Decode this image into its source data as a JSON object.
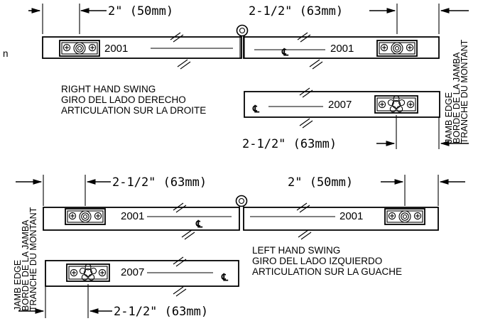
{
  "stray_char": "n",
  "top": {
    "dim_left": "2\" (50mm)",
    "dim_right": "2-1/2\" (63mm)",
    "left_part": "2001",
    "right_part": "2001",
    "center_mark": "℄",
    "swing_lines": [
      "RIGHT HAND SWING",
      "GIRO DEL LADO DERECHO",
      "ARTICULATION SUR LA DROITE"
    ],
    "small_bar": {
      "center_mark": "℄",
      "part": "2007"
    },
    "dim_bottom": "2-1/2\" (63mm)",
    "jamb_lines": [
      "JAMB EDGE",
      "BORDE DE LA JAMBA",
      "TRANCHE DU MONTANT"
    ]
  },
  "bottom": {
    "dim_left": "2-1/2\" (63mm)",
    "dim_right": "2\" (50mm)",
    "left_part": "2001",
    "right_part": "2001",
    "center_mark": "℄",
    "swing_lines": [
      "LEFT HAND SWING",
      "GIRO DEL LADO IZQUIERDO",
      "ARTICULATION SUR LA GUACHE"
    ],
    "small_bar": {
      "center_mark": "℄",
      "part": "2007"
    },
    "dim_bottom": "2-1/2\" (63mm)",
    "jamb_lines": [
      "JAMB EDGE",
      "BORDE DE LA JAMBA",
      "TRANCHE DU MONTANT"
    ]
  }
}
